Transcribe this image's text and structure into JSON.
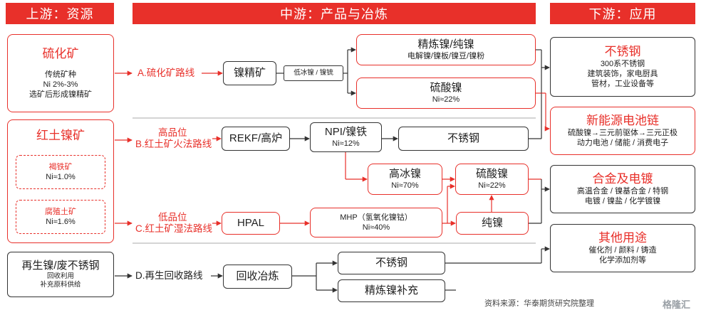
{
  "headers": {
    "upstream": "上游：资源",
    "midstream": "中游：产品与冶炼",
    "downstream": "下游：应用"
  },
  "upstream": {
    "sulfide": {
      "title": "硫化矿",
      "lines": [
        "传统矿种",
        "Ni 2%-3%",
        "选矿后形成镍精矿"
      ]
    },
    "laterite": {
      "title": "红土镍矿",
      "limonite": {
        "name": "褐铁矿",
        "grade": "Ni≈1.0%"
      },
      "saprolite": {
        "name": "腐殖土矿",
        "grade": "Ni≈1.6%"
      }
    },
    "recycled": {
      "title": "再生镍/废不锈钢",
      "lines": [
        "回收利用",
        "补充原料供给"
      ]
    }
  },
  "routes": {
    "a": "A.硫化矿路线",
    "b_top": "高品位",
    "b": "B.红土矿火法路线",
    "c_top": "低品位",
    "c": "C.红土矿湿法路线",
    "d": "D.再生回收路线"
  },
  "midstream": {
    "nickel_concentrate": "镍精矿",
    "matte_small": "低冰镍 / 镍锍",
    "refined": {
      "title": "精炼镍/纯镍",
      "sub": "电解镍/镍板/镍豆/镍粉"
    },
    "sulfate_top": {
      "title": "硫酸镍",
      "sub": "Ni≈22%"
    },
    "rekf": "REKF/高炉",
    "npi": {
      "title": "NPI/镍铁",
      "sub": "Ni≈12%"
    },
    "stainless_mid": "不锈钢",
    "high_matte": {
      "title": "高冰镍",
      "sub": "Ni≈70%"
    },
    "sulfate_mid": {
      "title": "硫酸镍",
      "sub": "Ni≈22%"
    },
    "hpal": "HPAL",
    "mhp": {
      "title": "MHP（氢氧化镍钴）",
      "sub": "Ni≈40%"
    },
    "pure_nickel": "纯镍",
    "recycle_smelt": "回收冶炼",
    "stainless_rec": "不锈钢",
    "refined_supp": "精炼镍补充"
  },
  "downstream": {
    "stainless": {
      "title": "不锈钢",
      "lines": [
        "300系不锈钢",
        "建筑装饰，家电厨具",
        "管材，工业设备等"
      ]
    },
    "battery": {
      "title": "新能源电池链",
      "lines": [
        "硫酸镍→三元前驱体→三元正极",
        "动力电池 / 储能 / 消费电子"
      ]
    },
    "alloy": {
      "title": "合金及电镀",
      "lines": [
        "高温合金 / 镍基合金 / 特钢",
        "电镀 / 镍盐 / 化学镀镍"
      ]
    },
    "other": {
      "title": "其他用途",
      "lines": [
        "催化剂 / 颜料 / 铸造",
        "化学添加剂等"
      ]
    }
  },
  "source": "资料来源：华泰期货研究院整理",
  "watermark": "格隆汇",
  "colors": {
    "accent": "#e8302a",
    "dark": "#333333"
  }
}
